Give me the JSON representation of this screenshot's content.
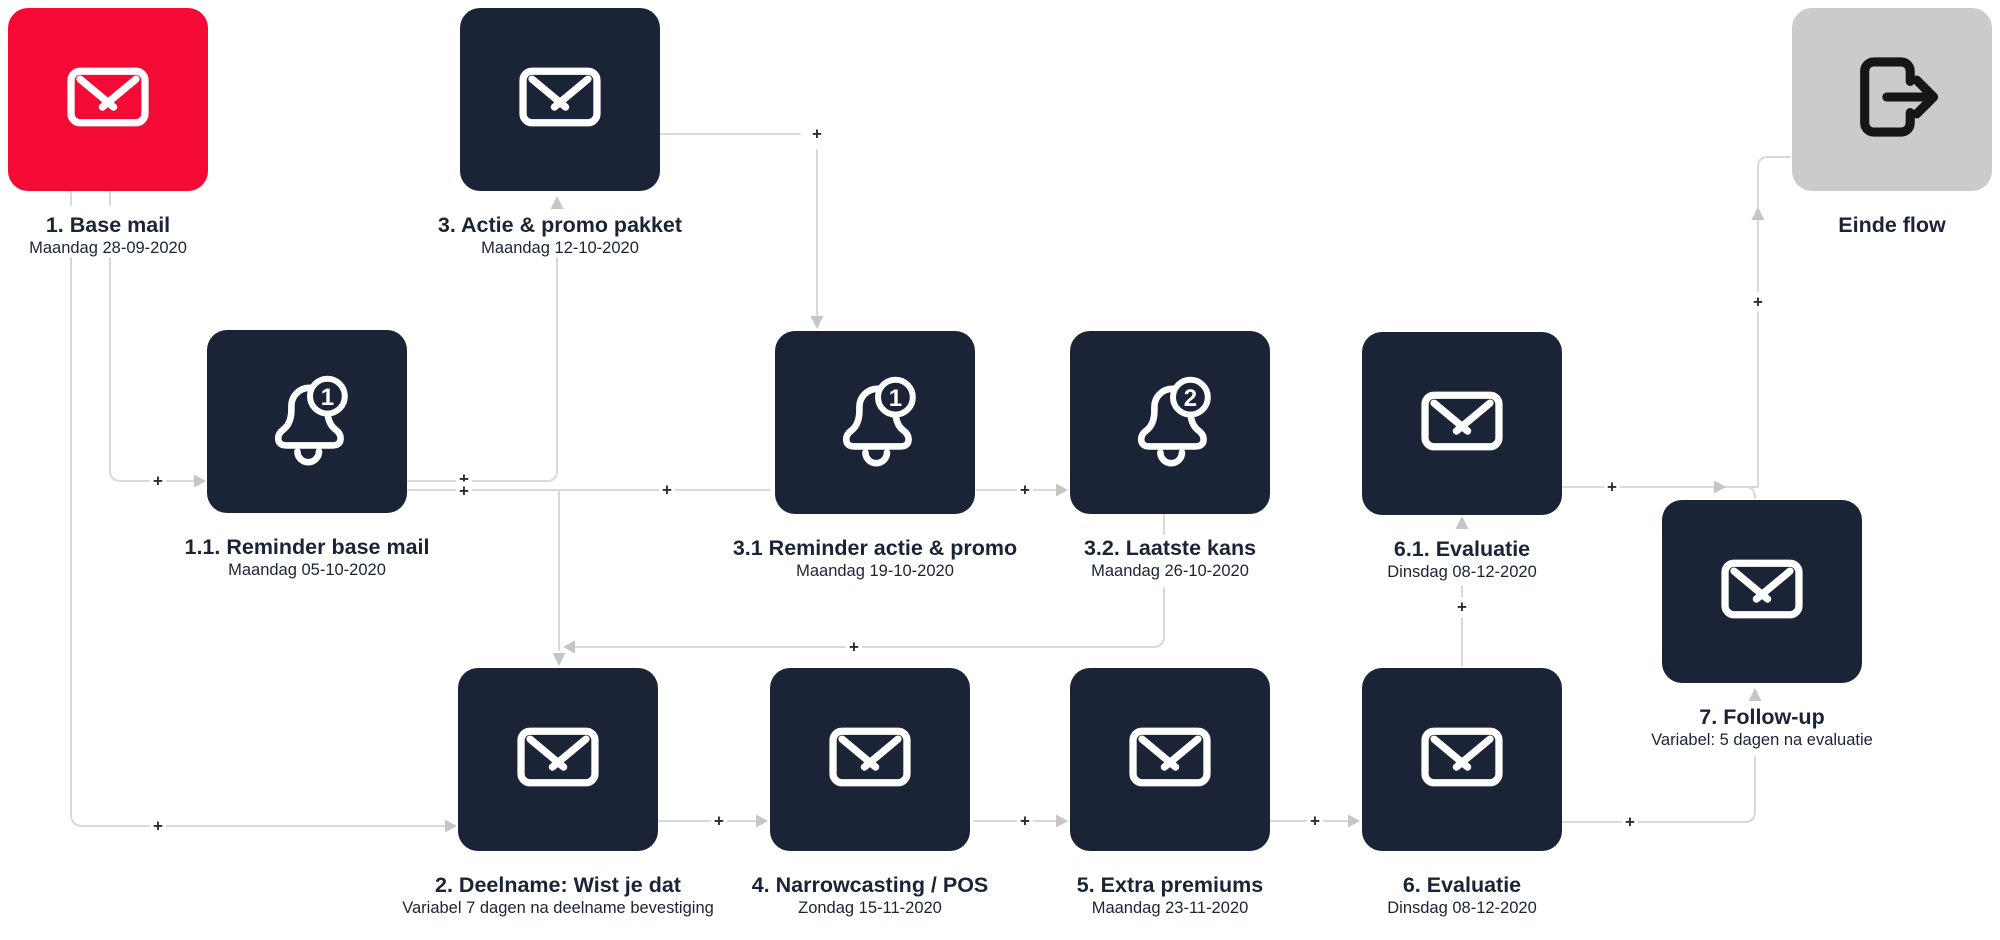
{
  "diagram": {
    "type": "email-campaign-flow",
    "plus_symbol": "+",
    "colors": {
      "node_navy": "#1b2436",
      "node_red": "#f40a35",
      "node_gray": "#cbcbcb",
      "connector_line": "#d9d9d9",
      "arrowhead": "#c6c6c6",
      "label_text": "#1b2436",
      "plus_text": "#2d2d2d",
      "icon_stroke": "#ffffff",
      "exit_icon_stroke": "#161616"
    },
    "nodes": [
      {
        "id": "base-mail",
        "title": "1. Base mail",
        "subtitle": "Maandag 28-09-2020",
        "icon": "mail-icon",
        "variant": "red"
      },
      {
        "id": "reminder-base-mail",
        "title": "1.1. Reminder base mail",
        "subtitle": "Maandag 05-10-2020",
        "icon": "bell-notification-icon",
        "badge": "1",
        "variant": "navy"
      },
      {
        "id": "deelname",
        "title": "2. Deelname: Wist je dat",
        "subtitle": "Variabel 7 dagen na deelname bevestiging",
        "icon": "mail-icon",
        "variant": "navy"
      },
      {
        "id": "actie-promo-pakket",
        "title": "3. Actie & promo pakket",
        "subtitle": "Maandag 12-10-2020",
        "icon": "mail-icon",
        "variant": "navy"
      },
      {
        "id": "reminder-actie-promo",
        "title": "3.1 Reminder actie & promo",
        "subtitle": "Maandag 19-10-2020",
        "icon": "bell-notification-icon",
        "badge": "1",
        "variant": "navy"
      },
      {
        "id": "laatste-kans",
        "title": "3.2. Laatste kans",
        "subtitle": "Maandag 26-10-2020",
        "icon": "bell-notification-icon",
        "badge": "2",
        "variant": "navy"
      },
      {
        "id": "narrowcasting-pos",
        "title": "4. Narrowcasting / POS",
        "subtitle": "Zondag 15-11-2020",
        "icon": "mail-icon",
        "variant": "navy"
      },
      {
        "id": "extra-premiums",
        "title": "5. Extra premiums",
        "subtitle": "Maandag 23-11-2020",
        "icon": "mail-icon",
        "variant": "navy"
      },
      {
        "id": "evaluatie",
        "title": "6. Evaluatie",
        "subtitle": "Dinsdag 08-12-2020",
        "icon": "mail-icon",
        "variant": "navy"
      },
      {
        "id": "evaluatie-reminder",
        "title": "6.1. Evaluatie",
        "subtitle": "Dinsdag 08-12-2020",
        "icon": "mail-icon",
        "variant": "navy"
      },
      {
        "id": "follow-up",
        "title": "7. Follow-up",
        "subtitle": "Variabel: 5 dagen na evaluatie",
        "icon": "mail-icon",
        "variant": "navy"
      },
      {
        "id": "einde-flow",
        "title": "Einde flow",
        "subtitle": "",
        "icon": "exit-icon",
        "variant": "gray"
      }
    ]
  }
}
